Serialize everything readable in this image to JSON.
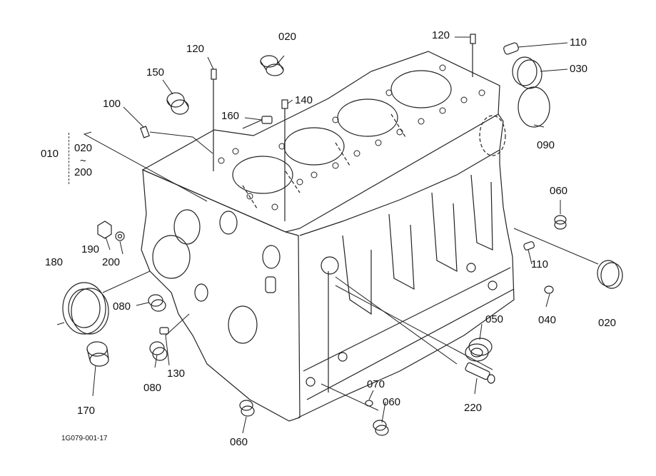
{
  "diagram": {
    "figure_code": "1G079-001-17",
    "group": {
      "code": "010",
      "range_start": "020",
      "range_sep": "~",
      "range_end": "200"
    },
    "callouts": {
      "c020_top": "020",
      "c120_left": "120",
      "c120_right": "120",
      "c110_top": "110",
      "c030": "030",
      "c150": "150",
      "c100": "100",
      "c140": "140",
      "c160": "160",
      "c090": "090",
      "c060_right": "060",
      "c190": "190",
      "c200": "200",
      "c180": "180",
      "c110_mid": "110",
      "c020_right": "020",
      "c080_upper": "080",
      "c040": "040",
      "c050": "050",
      "c130": "130",
      "c080_lower": "080",
      "c070": "070",
      "c060_bottom_right": "060",
      "c220": "220",
      "c170": "170",
      "c060_bottom": "060"
    }
  }
}
